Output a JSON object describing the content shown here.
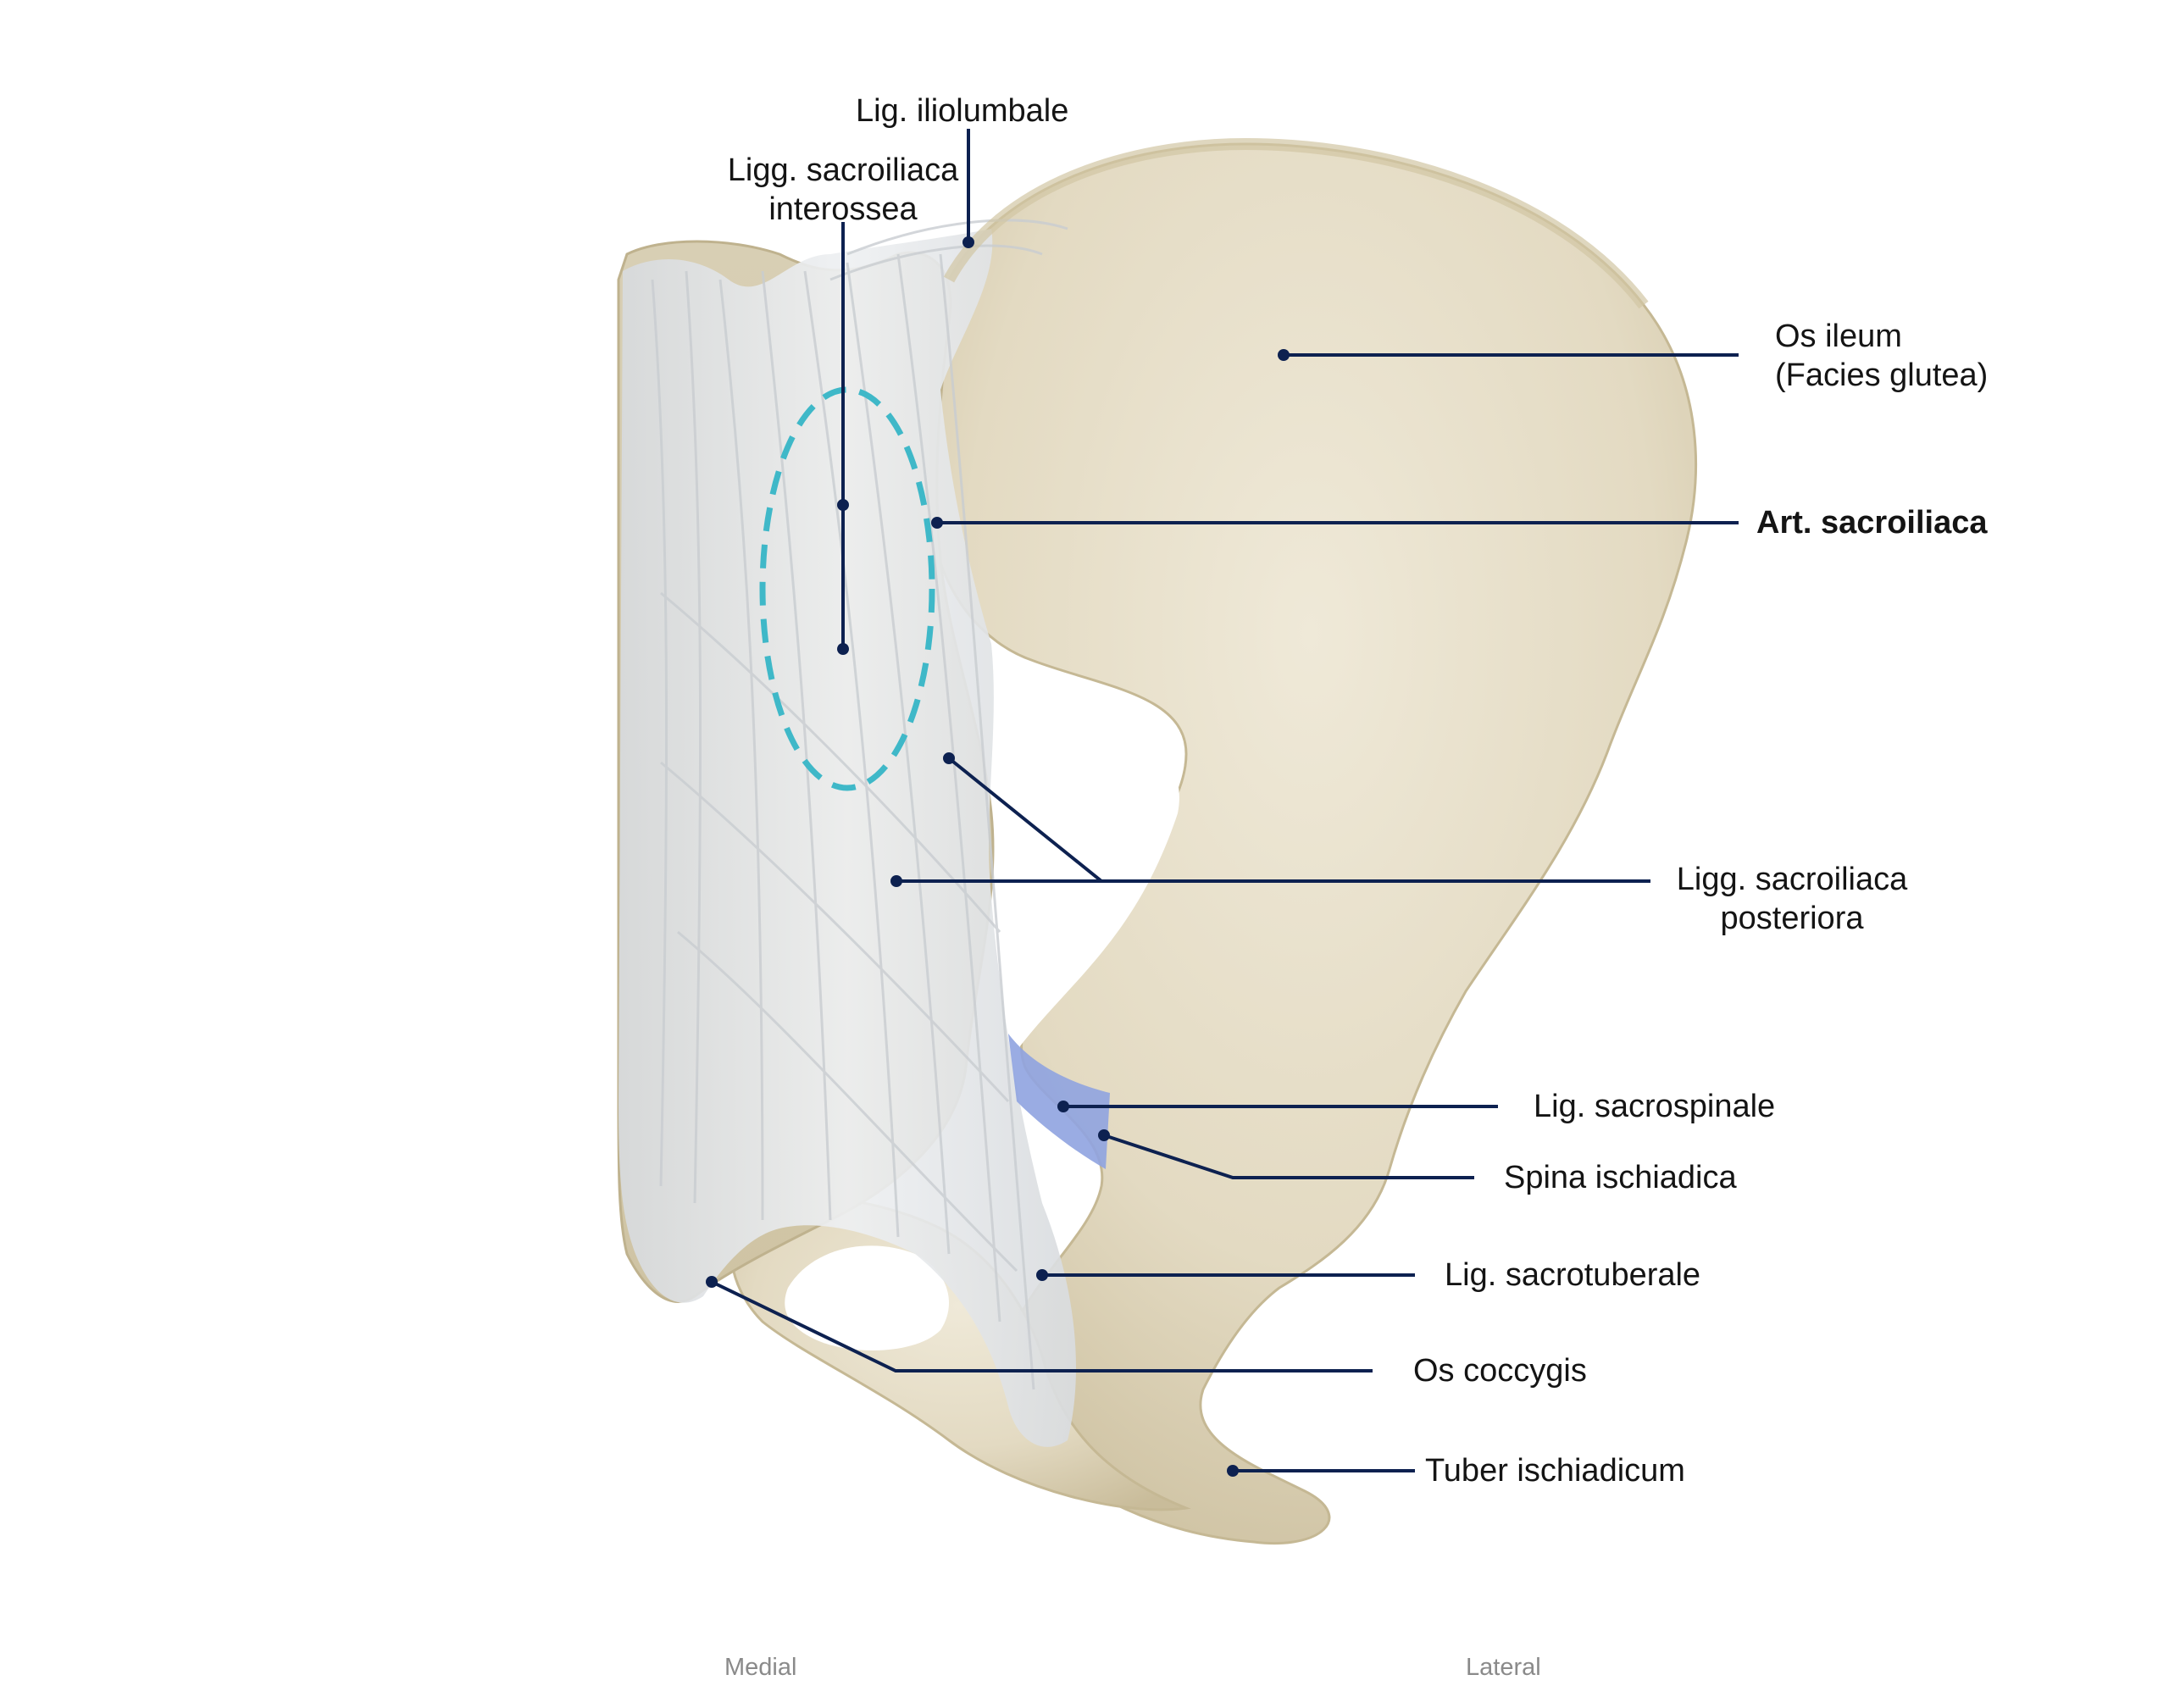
{
  "labels": {
    "iliolumbale": "Lig. iliolumbale",
    "interossea_1": "Ligg. sacroiliaca",
    "interossea_2": "interossea",
    "os_ileum_1": "Os ileum",
    "os_ileum_2": "(Facies glutea)",
    "art_sacroiliaca": "Art. sacroiliaca",
    "posteriora_1": "Ligg. sacroiliaca",
    "posteriora_2": "posteriora",
    "sacrospinale": "Lig. sacrospinale",
    "spina_ischiadica": "Spina ischiadica",
    "sacrotuberale": "Lig. sacrotuberale",
    "os_coccygis": "Os coccygis",
    "tuber_ischiadicum": "Tuber ischiadicum"
  },
  "orientation": {
    "medial": "Medial",
    "lateral": "Lateral"
  },
  "colors": {
    "leader_line": "#0d2150",
    "bone": "#e4dcc6",
    "ligament": "#e8ebee",
    "sacrospinale_ligament": "#8fa3e0",
    "highlight_ellipse": "#3fb8c8"
  }
}
